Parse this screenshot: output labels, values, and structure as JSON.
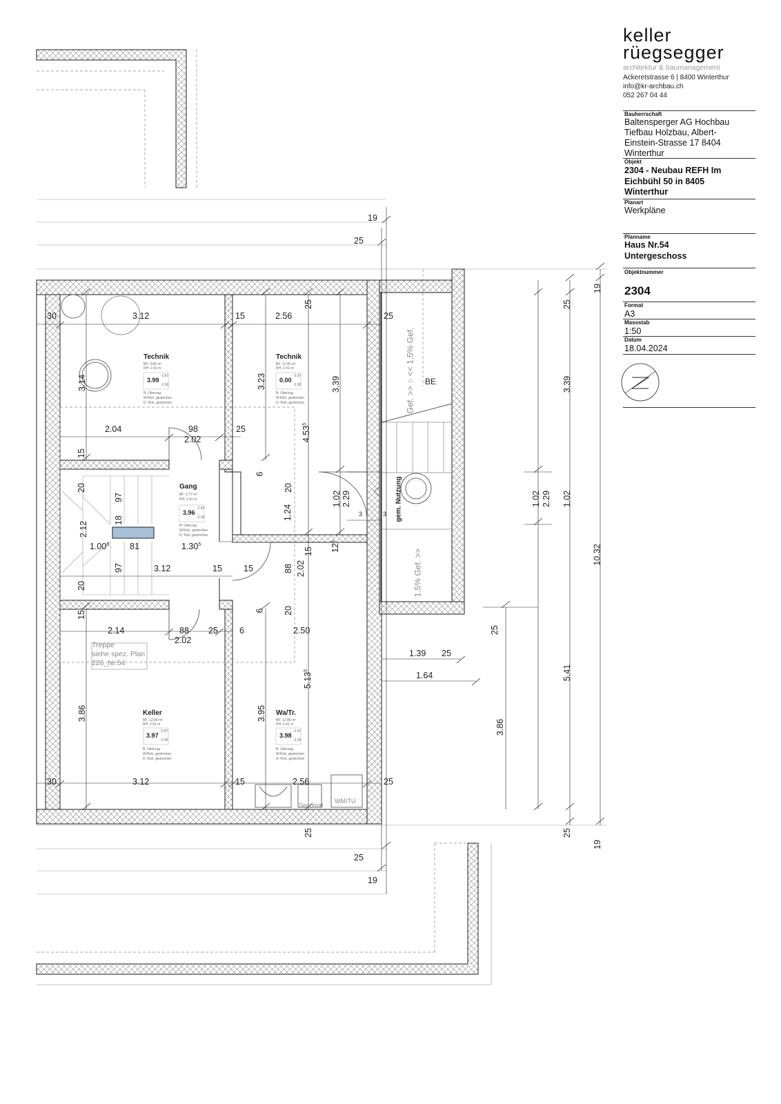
{
  "title_block": {
    "logo_line1": "keller",
    "logo_line2": "rüegsegger",
    "logo_sub": "architektur & baumanagement",
    "address": "Ackeretstrasse 6 | 8400 Winterthur",
    "email": "info@kr-archbau.ch",
    "phone": "052 267 04 44",
    "bauherrschaft_label": "Bauherrschaft",
    "bauherrschaft_lines": [
      "Baltensperger AG Hochbau",
      "Tiefbau Holzbau, Albert-",
      "Einstein-Strasse 17 8404",
      "Winterthur"
    ],
    "objekt_label": "Objekt",
    "objekt_lines": [
      "2304 - Neubau REFH Im",
      "Eichbühl 50 in 8405",
      "Winterthur"
    ],
    "planart_label": "Planart",
    "planart": "Werkpläne",
    "planname_label": "Planname",
    "planname_lines": [
      "Haus Nr.54",
      "Untergeschoss"
    ],
    "objektnummer_label": "Objektnummer",
    "objektnummer": "2304",
    "format_label": "Format",
    "format": "A3",
    "massstab_label": "Massstab",
    "massstab": "1:50",
    "datum_label": "Datum",
    "datum": "18.04.2024"
  },
  "rooms": [
    {
      "name": "Technik",
      "bf": "BF: 9.80 m²",
      "rh": "RH: 2.41 m",
      "level": "3.99",
      "lv1": "-2.87",
      "lv2": "-2.90",
      "f1": "B: Überzug",
      "f2": "W:Roh, gestrichen",
      "f3": "D: Roh, gestrichen"
    },
    {
      "name": "Technik",
      "bf": "BF: 11.40 m²",
      "rh": "RH: 2.41 m",
      "level": "0.00",
      "lv1": "-2.87",
      "lv2": "-2.90",
      "f1": "B: Überzug",
      "f2": "W:Roh, gestrichen",
      "f3": "D: Roh, gestrichen"
    },
    {
      "name": "Gang",
      "bf": "BF: 2.77 m²",
      "rh": "RH: 2.41 m",
      "level": "3.96",
      "lv1": "-2.87",
      "lv2": "-2.90",
      "f1": "B: Überzug",
      "f2": "W:Roh, gestrichen",
      "f3": "D: Roh, gestrichen"
    },
    {
      "name": "Keller",
      "bf": "BF: 12.04 m²",
      "rh": "RH: 2.41 m",
      "level": "3.97",
      "lv1": "-2.87",
      "lv2": "-2.90",
      "f1": "B: Überzug",
      "f2": "W:Roh, gestrichen",
      "f3": "D: Roh, gestrichen"
    },
    {
      "name": "Wa/Tr.",
      "bf": "BF: 12.86 m²",
      "rh": "RH: 2.41 m",
      "level": "3.98",
      "lv1": "-2.87",
      "lv2": "-2.90",
      "f1": "B: Überzug",
      "f2": "W:Roh, gestrichen",
      "f3": "D: Roh, gestrichen"
    }
  ],
  "labels": {
    "be": "BE",
    "gem_nutzung": "gem. Nutzung",
    "gef_top": "Gef. >>  ○ << 1.5% Gef.",
    "gef_bottom": "1.5% Gef. >>",
    "treppe1": "Treppe",
    "treppe2": "siehe spez. Plan",
    "treppe3": "226_Nr.54",
    "secomat": "Secomat",
    "wmtu": "WM/TU"
  },
  "dimensions": {
    "d19": "19",
    "d25": "25",
    "d30": "30",
    "d312": "3.12",
    "d15": "15",
    "d256": "2.56",
    "d314": "3.14",
    "d323": "3.23",
    "d339": "3.39",
    "d4535": "4.53",
    "d5135": "5.13",
    "d204": "2.04",
    "d98": "98",
    "d202": "2.02",
    "d6": "6",
    "d20": "20",
    "d124": "1.24",
    "d102": "1.02",
    "d229": "2.29",
    "d3": "3",
    "d97": "97",
    "d18": "18",
    "d212": "2.12",
    "d1005": "1.00",
    "d81": "81",
    "d1305": "1.30",
    "d125": "12",
    "d88": "88",
    "d214": "2.14",
    "d250": "2.50",
    "d139": "1.39",
    "d164": "1.64",
    "d386": "3.86",
    "d395": "3.95",
    "d541": "5.41",
    "d1032": "10.32",
    "sup5": "5"
  }
}
